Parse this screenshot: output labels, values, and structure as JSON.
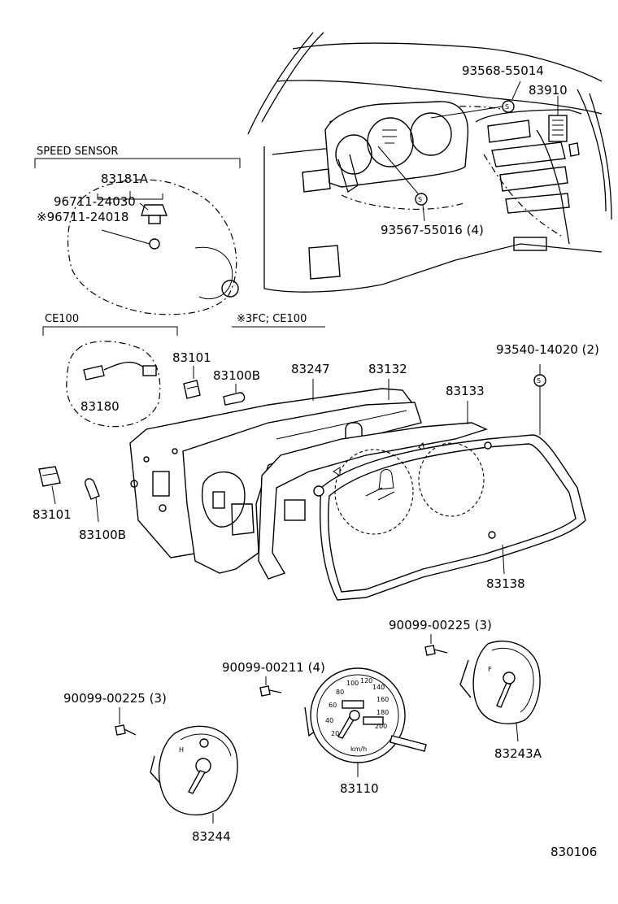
{
  "diagram": {
    "drawing_number": "830106",
    "section_titles": {
      "speed_sensor": "SPEED SENSOR",
      "ce100": "CE100",
      "variant_note": "※3FC; CE100"
    },
    "labels": {
      "p93568": "93568-55014",
      "p83910": "83910",
      "p93567": "93567-55016 (4)",
      "p83181a": "83181A",
      "p96711a": "96711-24030",
      "p96711b": "※96711-24018",
      "p83101_top": "83101",
      "p83100b_top": "83100B",
      "p83180": "83180",
      "p83247": "83247",
      "p83132": "83132",
      "p93540": "93540-14020 (2)",
      "p83133": "83133",
      "p83101_left": "83101",
      "p83100b_left": "83100B",
      "p83138": "83138",
      "p90099_225_r": "90099-00225 (3)",
      "p90099_211": "90099-00211 (4)",
      "p90099_225_l": "90099-00225 (3)",
      "p83243a": "83243A",
      "p83110": "83110",
      "p83244": "83244"
    },
    "gauge_marks": {
      "speedo_ticks": [
        "20",
        "40",
        "60",
        "80",
        "100",
        "120",
        "140",
        "160",
        "180",
        "200"
      ],
      "speedo_unit": "km/h",
      "fuel_full": "F",
      "temp_hot": "H"
    },
    "clip_symbol": "S"
  }
}
